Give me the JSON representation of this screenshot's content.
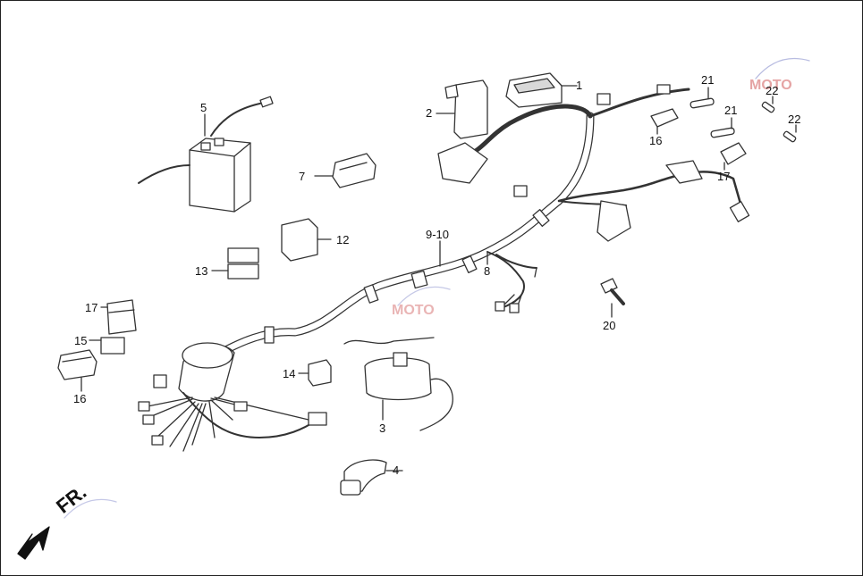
{
  "diagram": {
    "direction_label": "FR.",
    "colors": {
      "line": "#333333",
      "fill": "#ffffff",
      "shade": "#d8d8d8",
      "watermark": "#7f86c9"
    },
    "callouts": [
      {
        "id": "c1",
        "text": "1"
      },
      {
        "id": "c2",
        "text": "2"
      },
      {
        "id": "c3",
        "text": "3"
      },
      {
        "id": "c4",
        "text": "4"
      },
      {
        "id": "c5",
        "text": "5"
      },
      {
        "id": "c7",
        "text": "7"
      },
      {
        "id": "c8",
        "text": "8"
      },
      {
        "id": "c910",
        "text": "9-10"
      },
      {
        "id": "c12",
        "text": "12"
      },
      {
        "id": "c13",
        "text": "13"
      },
      {
        "id": "c14",
        "text": "14"
      },
      {
        "id": "c15",
        "text": "15"
      },
      {
        "id": "c16a",
        "text": "16"
      },
      {
        "id": "c16b",
        "text": "16"
      },
      {
        "id": "c17a",
        "text": "17"
      },
      {
        "id": "c17b",
        "text": "17"
      },
      {
        "id": "c20",
        "text": "20"
      },
      {
        "id": "c21a",
        "text": "21"
      },
      {
        "id": "c21b",
        "text": "21"
      },
      {
        "id": "c22a",
        "text": "22"
      },
      {
        "id": "c22b",
        "text": "22"
      }
    ]
  }
}
